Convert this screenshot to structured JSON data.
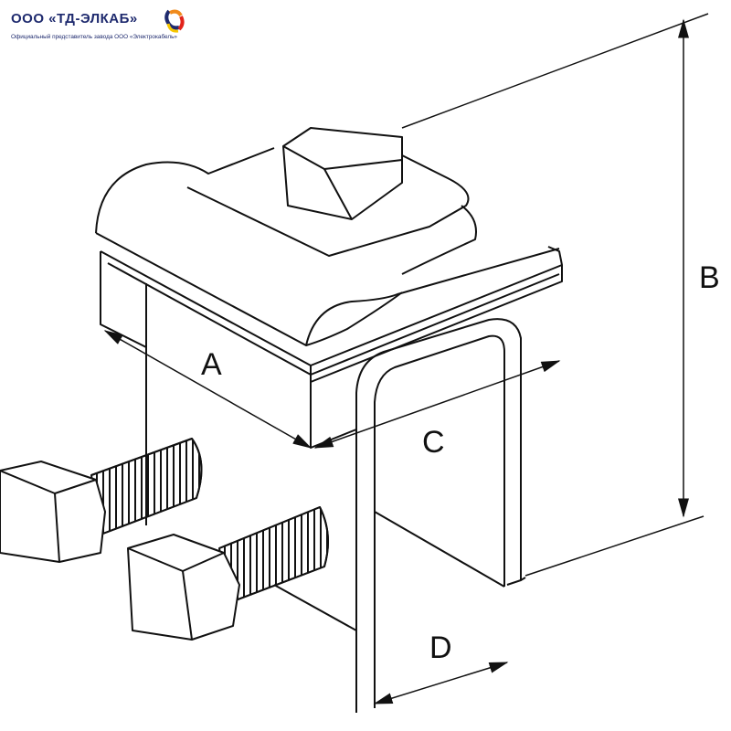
{
  "logo": {
    "title": "ООО «ТД-ЭЛКАБ»",
    "subtitle": "Официальный представитель завода ООО «Электрокабель»",
    "colors": {
      "text": "#1e2a6e",
      "ring_blue": "#1e2a6e",
      "ring_orange": "#f08a1c",
      "ring_red": "#e2231a",
      "ring_yellow": "#f7c600"
    }
  },
  "drawing": {
    "dimensions": {
      "a": "A",
      "b": "B",
      "c": "C",
      "d": "D"
    }
  }
}
